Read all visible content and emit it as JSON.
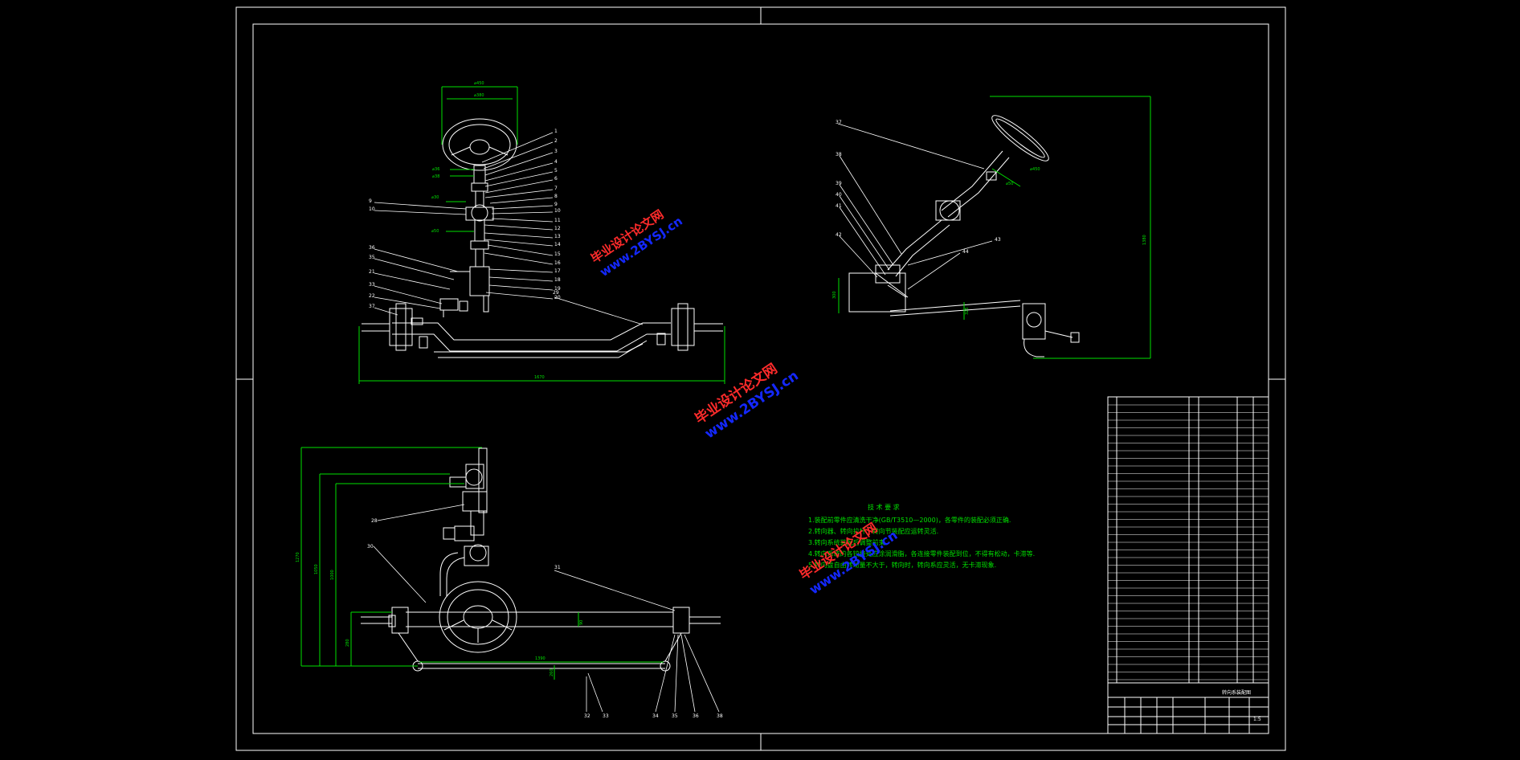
{
  "drawing": {
    "dims_top": {
      "wheel_outer": "⌀450",
      "wheel_inner": "⌀380",
      "d1": "⌀36",
      "d2": "⌀38",
      "d3": "⌀30",
      "d4": "⌀50",
      "track": "1670"
    },
    "dims_side": {
      "height": "1380",
      "left": "300",
      "link": "325",
      "wheel": "⌀450",
      "shaft": "⌀50"
    },
    "dims_bottom": {
      "h1": "1270",
      "h2": "1050",
      "h3": "1000",
      "h4": "280",
      "track": "1390",
      "arm": "260",
      "rod": "90"
    },
    "balloons_top_right": [
      "1",
      "2",
      "3",
      "4",
      "5",
      "6",
      "7",
      "8",
      "9",
      "10",
      "11",
      "12",
      "13",
      "14",
      "15",
      "16",
      "17",
      "18",
      "19",
      "20"
    ],
    "balloons_top_left": [
      "9",
      "10",
      "36",
      "35",
      "21",
      "33",
      "22",
      "37"
    ],
    "balloon_top_center": "29",
    "balloons_side": [
      "37",
      "38",
      "39",
      "40",
      "41",
      "42",
      "43",
      "44"
    ],
    "balloons_bottom": [
      "28",
      "30",
      "31",
      "32",
      "33",
      "34",
      "35",
      "36",
      "38"
    ]
  },
  "tech_notes": {
    "title": "技 术 要 求",
    "lines": [
      "1.装配前零件应清洗干净(GB/T3510—2000)，各零件的装配必须正确.",
      "2.转向器、转向拉杆、转向节装配应运转灵活.",
      "3.转向系统装配后调整前束.",
      "4.转向系统的各铰接处应涂润滑脂，各连接零件装配到位，不得有松动，卡滞等.",
      "5.转向盘自由转动量不大于，转向时，转向系应灵活，无卡滞现象."
    ]
  },
  "watermarks": {
    "cn": "毕业设计论文网",
    "url": "www.2BYSJ.cn"
  },
  "title_block": {
    "title": "转向系装配图",
    "scale": "1:5"
  }
}
